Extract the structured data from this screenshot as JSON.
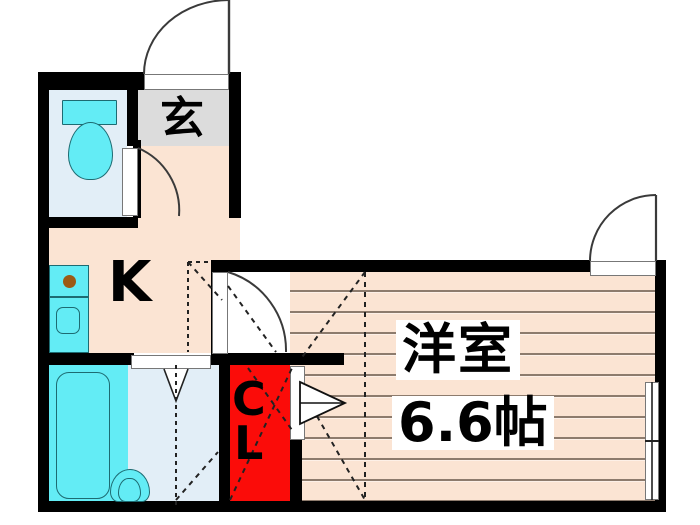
{
  "plan": {
    "type": "japanese-apartment-floorplan",
    "layout_name": "1K",
    "rooms": [
      {
        "key": "entrance",
        "label": "玄",
        "name_en": "genkan-entrance",
        "floor": "tile",
        "floor_color": "#dcdcdc"
      },
      {
        "key": "toilet",
        "label": "",
        "name_en": "toilet",
        "floor": "pale",
        "floor_color": "#e2eef7"
      },
      {
        "key": "kitchen",
        "label": "K",
        "name_en": "kitchen",
        "floor": "wood",
        "floor_color": "#fbe4d3"
      },
      {
        "key": "bath",
        "label": "",
        "name_en": "bath-washroom",
        "floor": "cyan",
        "floor_color": "#63ecf5"
      },
      {
        "key": "closet",
        "label": "CL",
        "name_en": "closet",
        "floor": "red",
        "floor_color": "#fb0c09"
      },
      {
        "key": "main",
        "label": "洋室",
        "name_en": "western-room",
        "floor": "hatched-wood",
        "floor_color": "#fbe4d3"
      }
    ],
    "main_room": {
      "label": "洋室",
      "size": "6.6帖",
      "size_value": "6.6",
      "size_unit": "帖"
    },
    "kitchen": {
      "label": "K"
    },
    "entrance": {
      "label": "玄"
    },
    "closet": {
      "line1": "C",
      "line2": "L"
    },
    "colors": {
      "wall": "#000000",
      "wood_floor": "#fbe4d3",
      "tile_floor": "#dcdcdc",
      "water_fixture": "#63ecf5",
      "washroom_floor": "#e2eef7",
      "closet": "#fb0c09",
      "burner": "#9c5a14",
      "hatch_line": "#8d7b6d",
      "door_line": "#3a3a3a",
      "background": "#ffffff"
    },
    "fixtures": [
      {
        "name": "toilet",
        "icon": "toilet-icon"
      },
      {
        "name": "toilet-tank",
        "icon": "tank-icon"
      },
      {
        "name": "bathtub",
        "icon": "bathtub-icon"
      },
      {
        "name": "washbasin",
        "icon": "washbasin-icon"
      },
      {
        "name": "kitchen-stove",
        "icon": "stove-icon"
      },
      {
        "name": "stove-burner",
        "icon": "burner-icon"
      },
      {
        "name": "kitchen-sink",
        "icon": "sink-icon"
      }
    ],
    "doors": [
      {
        "name": "entrance-door",
        "icon": "door-swing-icon",
        "position": "top"
      },
      {
        "name": "toilet-door",
        "icon": "door-swing-icon",
        "position": "toilet"
      },
      {
        "name": "room-door",
        "icon": "door-swing-icon",
        "position": "kitchen-to-room"
      },
      {
        "name": "balcony-door",
        "icon": "door-swing-icon",
        "position": "top-right"
      },
      {
        "name": "window",
        "icon": "window-icon",
        "position": "right-wall"
      },
      {
        "name": "washroom-folding-door",
        "icon": "folding-door-icon",
        "position": "washroom"
      }
    ]
  }
}
